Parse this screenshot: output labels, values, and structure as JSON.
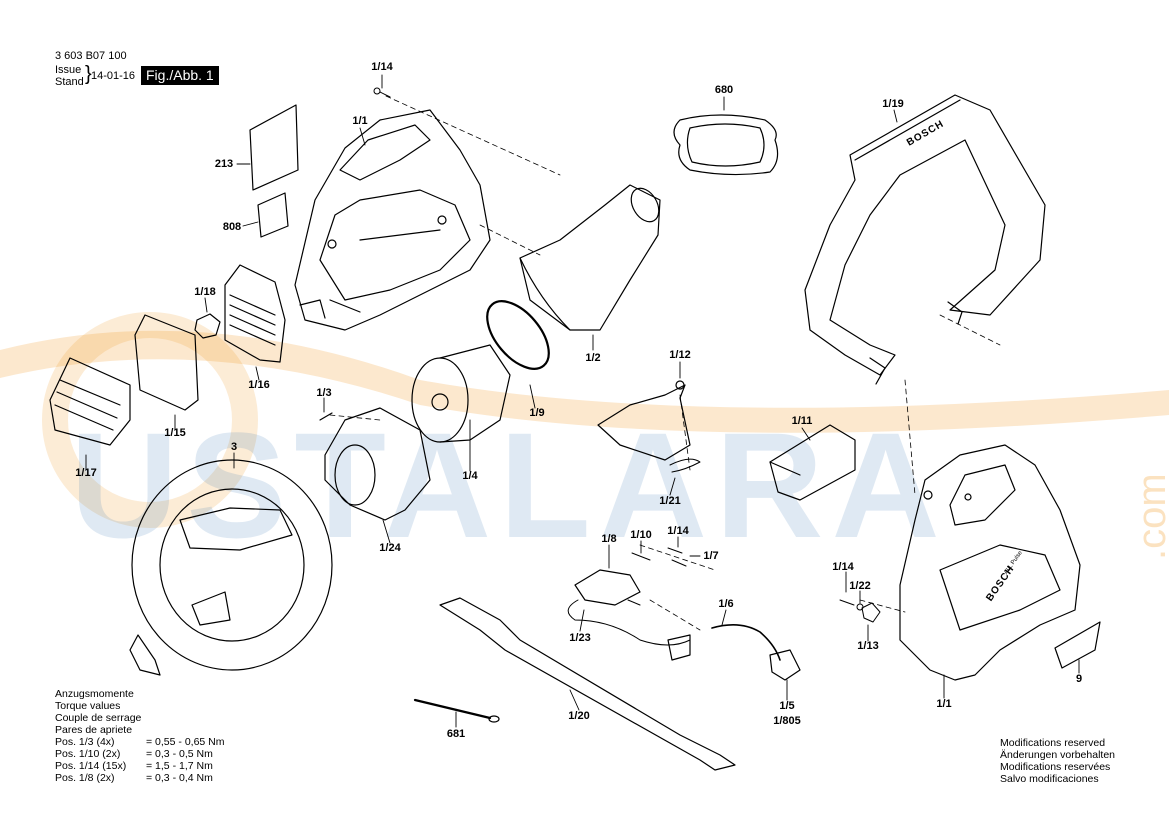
{
  "header": {
    "part_number": "3 603 B07 100",
    "issue_label": "Issue",
    "stand_label": "Stand",
    "date": "14-01-16",
    "figure_label": "Fig./Abb. 1"
  },
  "watermark": {
    "text": "USTALARA",
    "suffix": ".com",
    "colors": {
      "blue": "#3878b2",
      "orange": "#f0961e"
    }
  },
  "part_labels": {
    "p1_14_top": "1/14",
    "p1_1_top": "1/1",
    "p213": "213",
    "p808": "808",
    "p680": "680",
    "p1_19": "1/19",
    "p1_18": "1/18",
    "p1_16": "1/16",
    "p1_15": "1/15",
    "p1_17": "1/17",
    "p1_2": "1/2",
    "p1_9": "1/9",
    "p1_3": "1/3",
    "p1_4": "1/4",
    "p3": "3",
    "p1_24": "1/24",
    "p1_12": "1/12",
    "p1_11": "1/11",
    "p1_21": "1/21",
    "p1_8": "1/8",
    "p1_10": "1/10",
    "p1_14_mid": "1/14",
    "p1_7": "1/7",
    "p1_6": "1/6",
    "p1_23": "1/23",
    "p1_5": "1/5",
    "p1_805": "1/805",
    "p1_20": "1/20",
    "p681": "681",
    "p1_14_right": "1/14",
    "p1_22": "1/22",
    "p1_13": "1/13",
    "p9": "9",
    "p1_1_bottom": "1/1"
  },
  "torque": {
    "titles": [
      "Anzugsmomente",
      "Torque values",
      "Couple de serrage",
      "Pares de apriete"
    ],
    "rows": [
      {
        "pos": "Pos. 1/3 (4x)",
        "value": "= 0,55 - 0,65 Nm"
      },
      {
        "pos": "Pos. 1/10 (2x)",
        "value": "= 0,3 - 0,5 Nm"
      },
      {
        "pos": "Pos. 1/14 (15x)",
        "value": "= 1,5 - 1,7 Nm"
      },
      {
        "pos": "Pos. 1/8 (2x)",
        "value": "= 0,3 - 0,4 Nm"
      }
    ]
  },
  "modifications": [
    "Modifications reserved",
    "Änderungen vorbehalten",
    "Modifications reservées",
    "Salvo modificaciones"
  ],
  "brand_marks": {
    "handle": "BOSCH",
    "housing": "BOSCH",
    "housing_model": "ALL Pulse"
  }
}
